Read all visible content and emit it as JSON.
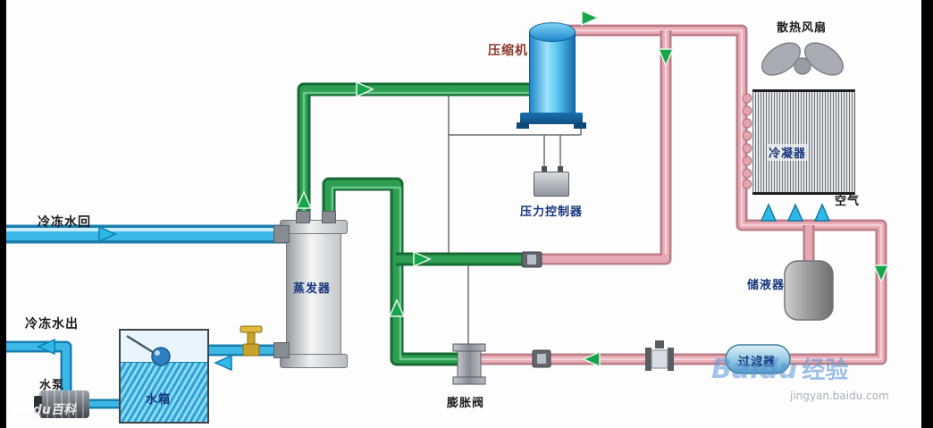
{
  "diagram": {
    "components": {
      "compressor": "压缩机",
      "pressure_controller": "压力控制器",
      "cooling_fan": "散热风扇",
      "condenser": "冷凝器",
      "air": "空气",
      "receiver": "储液器",
      "filter": "过滤器",
      "expansion_valve": "膨胀阀",
      "evaporator": "蒸发器",
      "water_tank": "水箱",
      "water_pump": "水泵",
      "chilled_water_return": "冷冻水回",
      "chilled_water_out": "冷冻水出"
    },
    "colors": {
      "suction_pipe_green": "#2d9e52",
      "discharge_pipe_pink": "#e6a9b3",
      "chilled_water_pipe_blue": "#3db7e6",
      "flow_arrow_green": "#17a54b",
      "flow_arrow_cyan": "#2fb9e8",
      "label_blue": "#16357d",
      "label_red": "#8b3a2e"
    }
  },
  "watermarks": {
    "bottom_right_brand": "Baidu",
    "bottom_right_brand_cn": "经验",
    "bottom_right_url": "jingyan.baidu.com",
    "bottom_left_brand": "Baidu百科"
  }
}
